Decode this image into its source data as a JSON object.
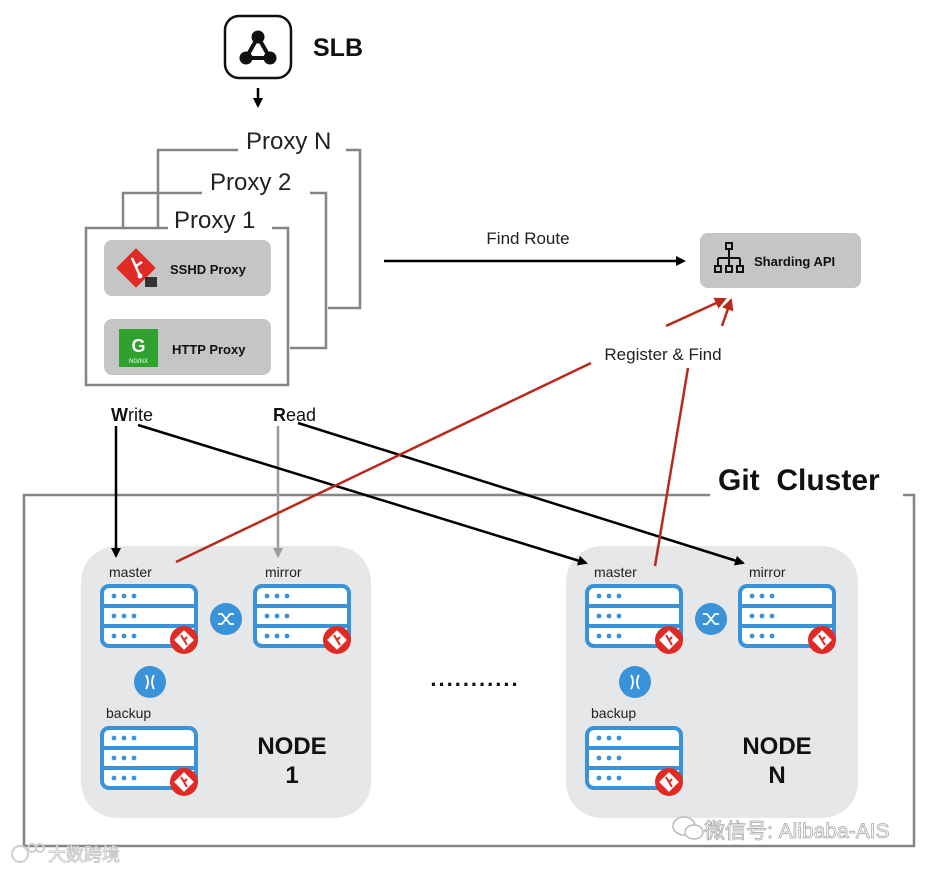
{
  "slb": {
    "label": "SLB",
    "icon": "load-balancer-icon"
  },
  "proxies": {
    "stack_labels": [
      "Proxy N",
      "Proxy 2",
      "Proxy 1"
    ],
    "components": [
      {
        "label": "SSHD Proxy",
        "icon": "git-ssh-icon"
      },
      {
        "label": "HTTP Proxy",
        "icon": "nginx-icon"
      }
    ]
  },
  "sharding": {
    "label": "Sharding API",
    "icon": "hierarchy-icon"
  },
  "edges": {
    "find_route": "Find Route",
    "register_find": "Register & Find",
    "write_initial": "W",
    "write_rest": "rite",
    "read_initial": "R",
    "read_rest": "ead"
  },
  "cluster": {
    "title": "Git  Cluster",
    "ellipsis": "...........",
    "nodes": [
      {
        "title_line1": "NODE",
        "title_line2": "1",
        "roles": [
          "master",
          "mirror",
          "backup"
        ]
      },
      {
        "title_line1": "NODE",
        "title_line2": "N",
        "roles": [
          "master",
          "mirror",
          "backup"
        ]
      }
    ]
  },
  "watermarks": {
    "right": "微信号: Alibaba-AIS",
    "left": "大数跨境"
  },
  "colors": {
    "server_blue": "#3a92d8",
    "git_red": "#e02a24",
    "arrow_red": "#b82a1c",
    "node_bg": "#e6e7e9",
    "component_bg": "#c4c5c7",
    "frame_gray": "#858585",
    "nginx_green": "#2ea12f"
  }
}
